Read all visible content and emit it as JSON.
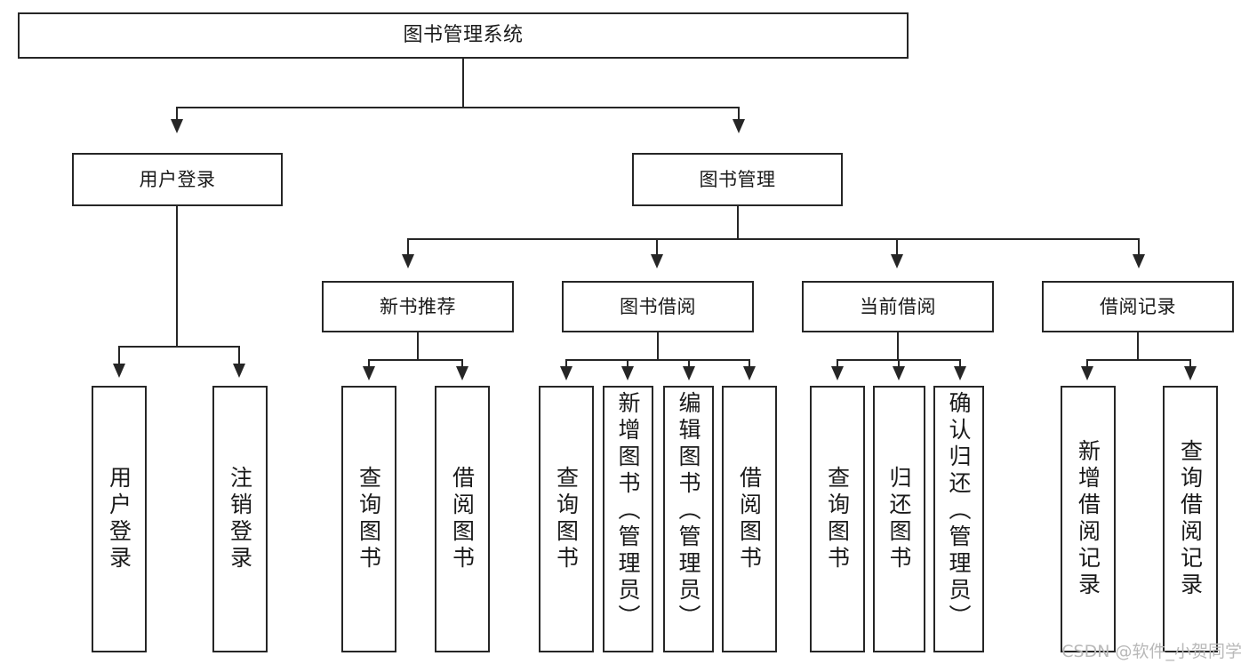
{
  "diagram": {
    "title": "图书管理系统",
    "type": "tree-hierarchy",
    "watermark": "CSDN @软件_小贺同学",
    "accent_color": "#262626",
    "background_color": "#ffffff"
  },
  "root": {
    "label": "图书管理系统"
  },
  "level2": [
    {
      "label": "用户登录"
    },
    {
      "label": "图书管理"
    }
  ],
  "level3": [
    {
      "label": "新书推荐"
    },
    {
      "label": "图书借阅"
    },
    {
      "label": "当前借阅"
    },
    {
      "label": "借阅记录"
    }
  ],
  "leaves": {
    "user_login": [
      {
        "label": "用户登录"
      },
      {
        "label": "注销登录"
      }
    ],
    "new_book_recommend": [
      {
        "label": "查询图书"
      },
      {
        "label": "借阅图书"
      }
    ],
    "book_borrow": [
      {
        "label": "查询图书"
      },
      {
        "label": "新增图书（管理员）"
      },
      {
        "label": "编辑图书（管理员）"
      },
      {
        "label": "借阅图书"
      }
    ],
    "current_borrow": [
      {
        "label": "查询图书"
      },
      {
        "label": "归还图书"
      },
      {
        "label": "确认归还（管理员）"
      }
    ],
    "borrow_record": [
      {
        "label": "新增借阅记录"
      },
      {
        "label": "查询借阅记录"
      }
    ]
  }
}
